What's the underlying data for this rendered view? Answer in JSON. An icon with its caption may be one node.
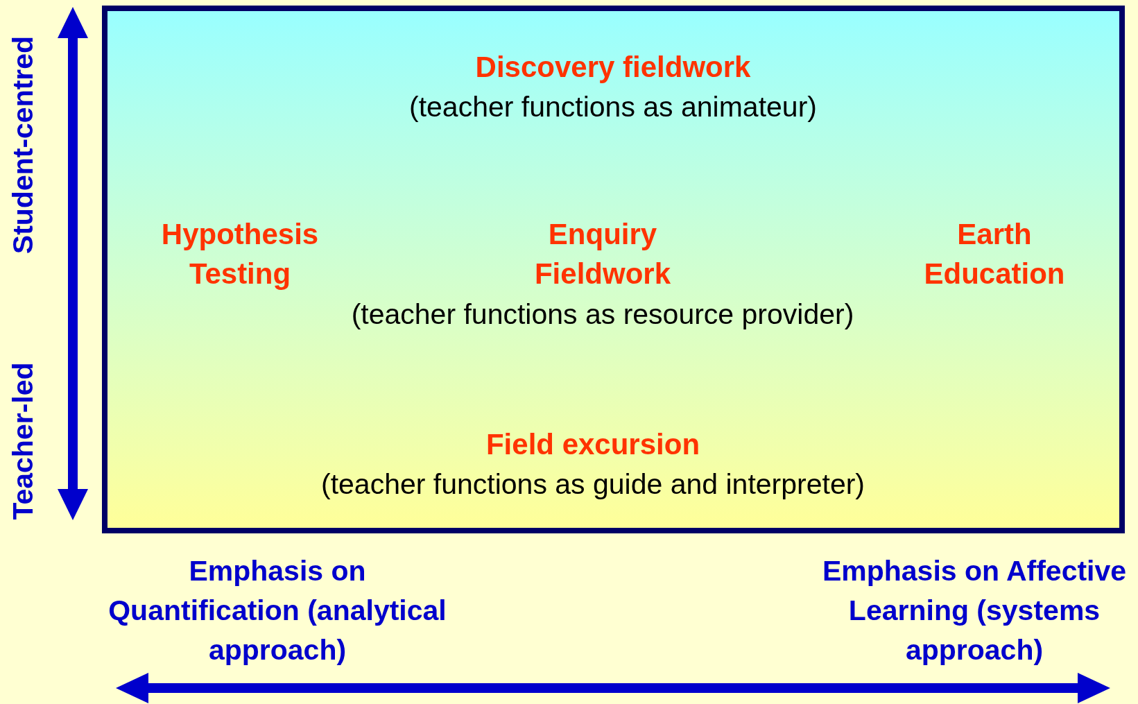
{
  "diagram": {
    "labels": [
      "Student-centred",
      "Discovery fieldwork",
      "(teacher functions as animateur)",
      "Hypothesis Testing",
      "Enquiry Fieldwork",
      "Earth Education",
      "(teacher functions as resource provider)",
      "Teacher-led",
      "Field excursion",
      "(teacher functions as guide and interpreter)",
      "Emphasis on Quantification (analytical approach)",
      "Emphasis on Affective Learning (systems approach)"
    ]
  }
}
